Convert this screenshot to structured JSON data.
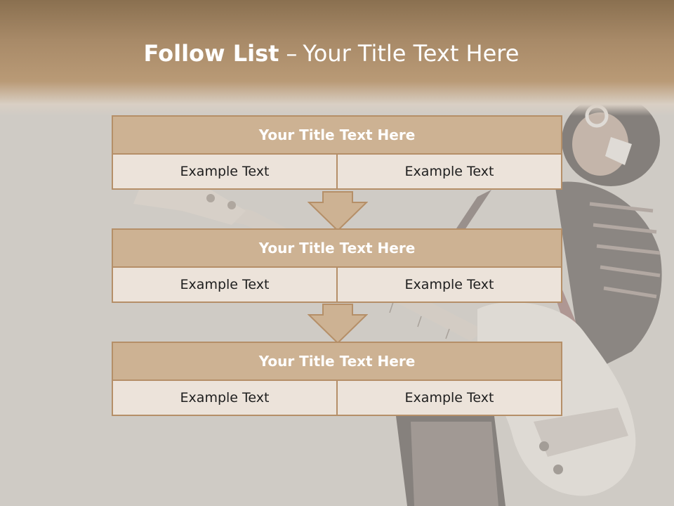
{
  "slide": {
    "title_bold": "Follow List",
    "title_dash": "–",
    "title_rest": "Your Title Text Here"
  },
  "blocks": [
    {
      "title": "Your Title Text Here",
      "cells": [
        "Example Text",
        "Example Text"
      ]
    },
    {
      "title": "Your Title Text Here",
      "cells": [
        "Example Text",
        "Example Text"
      ]
    },
    {
      "title": "Your Title Text Here",
      "cells": [
        "Example Text",
        "Example Text"
      ]
    }
  ],
  "colors": {
    "header": "#a88a68",
    "block_title_fill": "#cdb293",
    "block_border": "#b58f68",
    "cell_fill": "#ece3da",
    "arrow_fill": "#cdb293"
  },
  "icons": [
    "down-arrow-icon",
    "bass-guitar-photo"
  ]
}
